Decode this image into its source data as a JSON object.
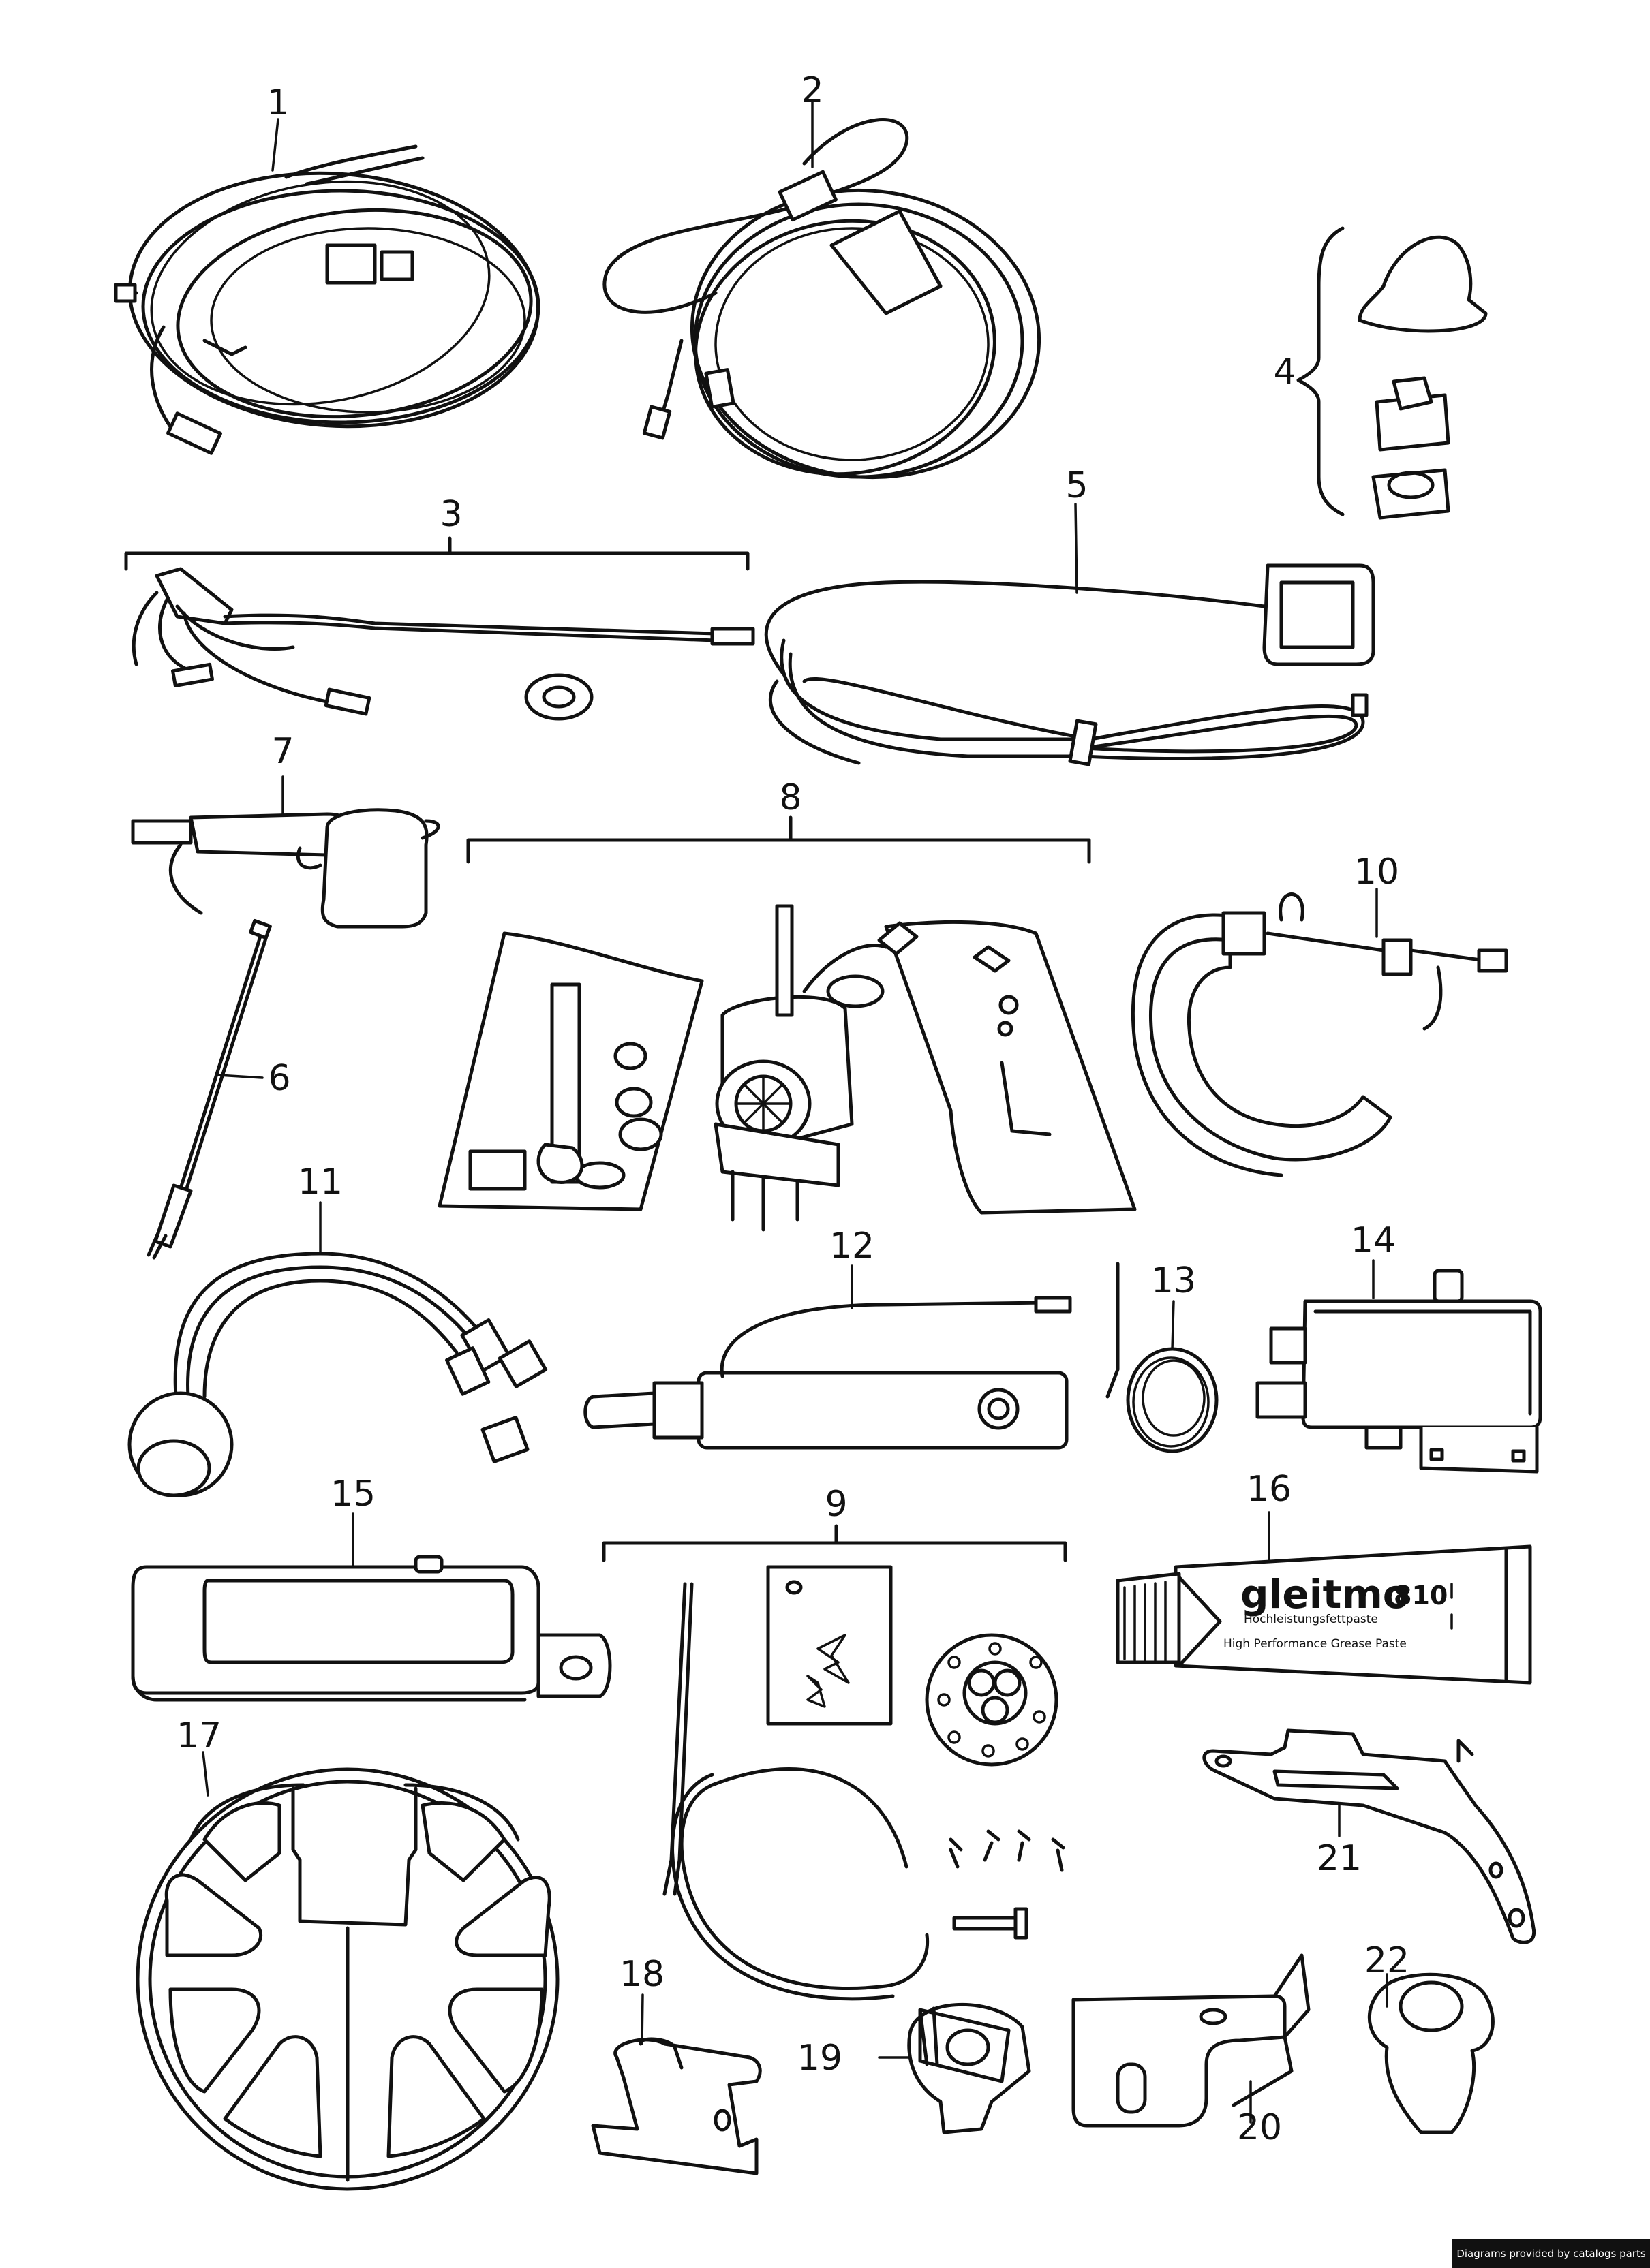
{
  "callouts": [
    {
      "id": "1",
      "label": "1"
    },
    {
      "id": "2",
      "label": "2"
    },
    {
      "id": "3",
      "label": "3"
    },
    {
      "id": "4",
      "label": "4"
    },
    {
      "id": "5",
      "label": "5"
    },
    {
      "id": "6",
      "label": "6"
    },
    {
      "id": "7",
      "label": "7"
    },
    {
      "id": "8",
      "label": "8"
    },
    {
      "id": "9",
      "label": "9"
    },
    {
      "id": "10",
      "label": "10"
    },
    {
      "id": "11",
      "label": "11"
    },
    {
      "id": "12",
      "label": "12"
    },
    {
      "id": "13",
      "label": "13"
    },
    {
      "id": "14",
      "label": "14"
    },
    {
      "id": "15",
      "label": "15"
    },
    {
      "id": "16",
      "label": "16"
    },
    {
      "id": "17",
      "label": "17"
    },
    {
      "id": "18",
      "label": "18"
    },
    {
      "id": "19",
      "label": "19"
    },
    {
      "id": "20",
      "label": "20"
    },
    {
      "id": "21",
      "label": "21"
    },
    {
      "id": "22",
      "label": "22"
    }
  ],
  "tube": {
    "brand": "gleitmo",
    "code": "810",
    "line1": "Hochleistungsfettpaste",
    "line2": "High Performance Grease Paste"
  },
  "footer": "Diagrams provided by catalogs parts"
}
